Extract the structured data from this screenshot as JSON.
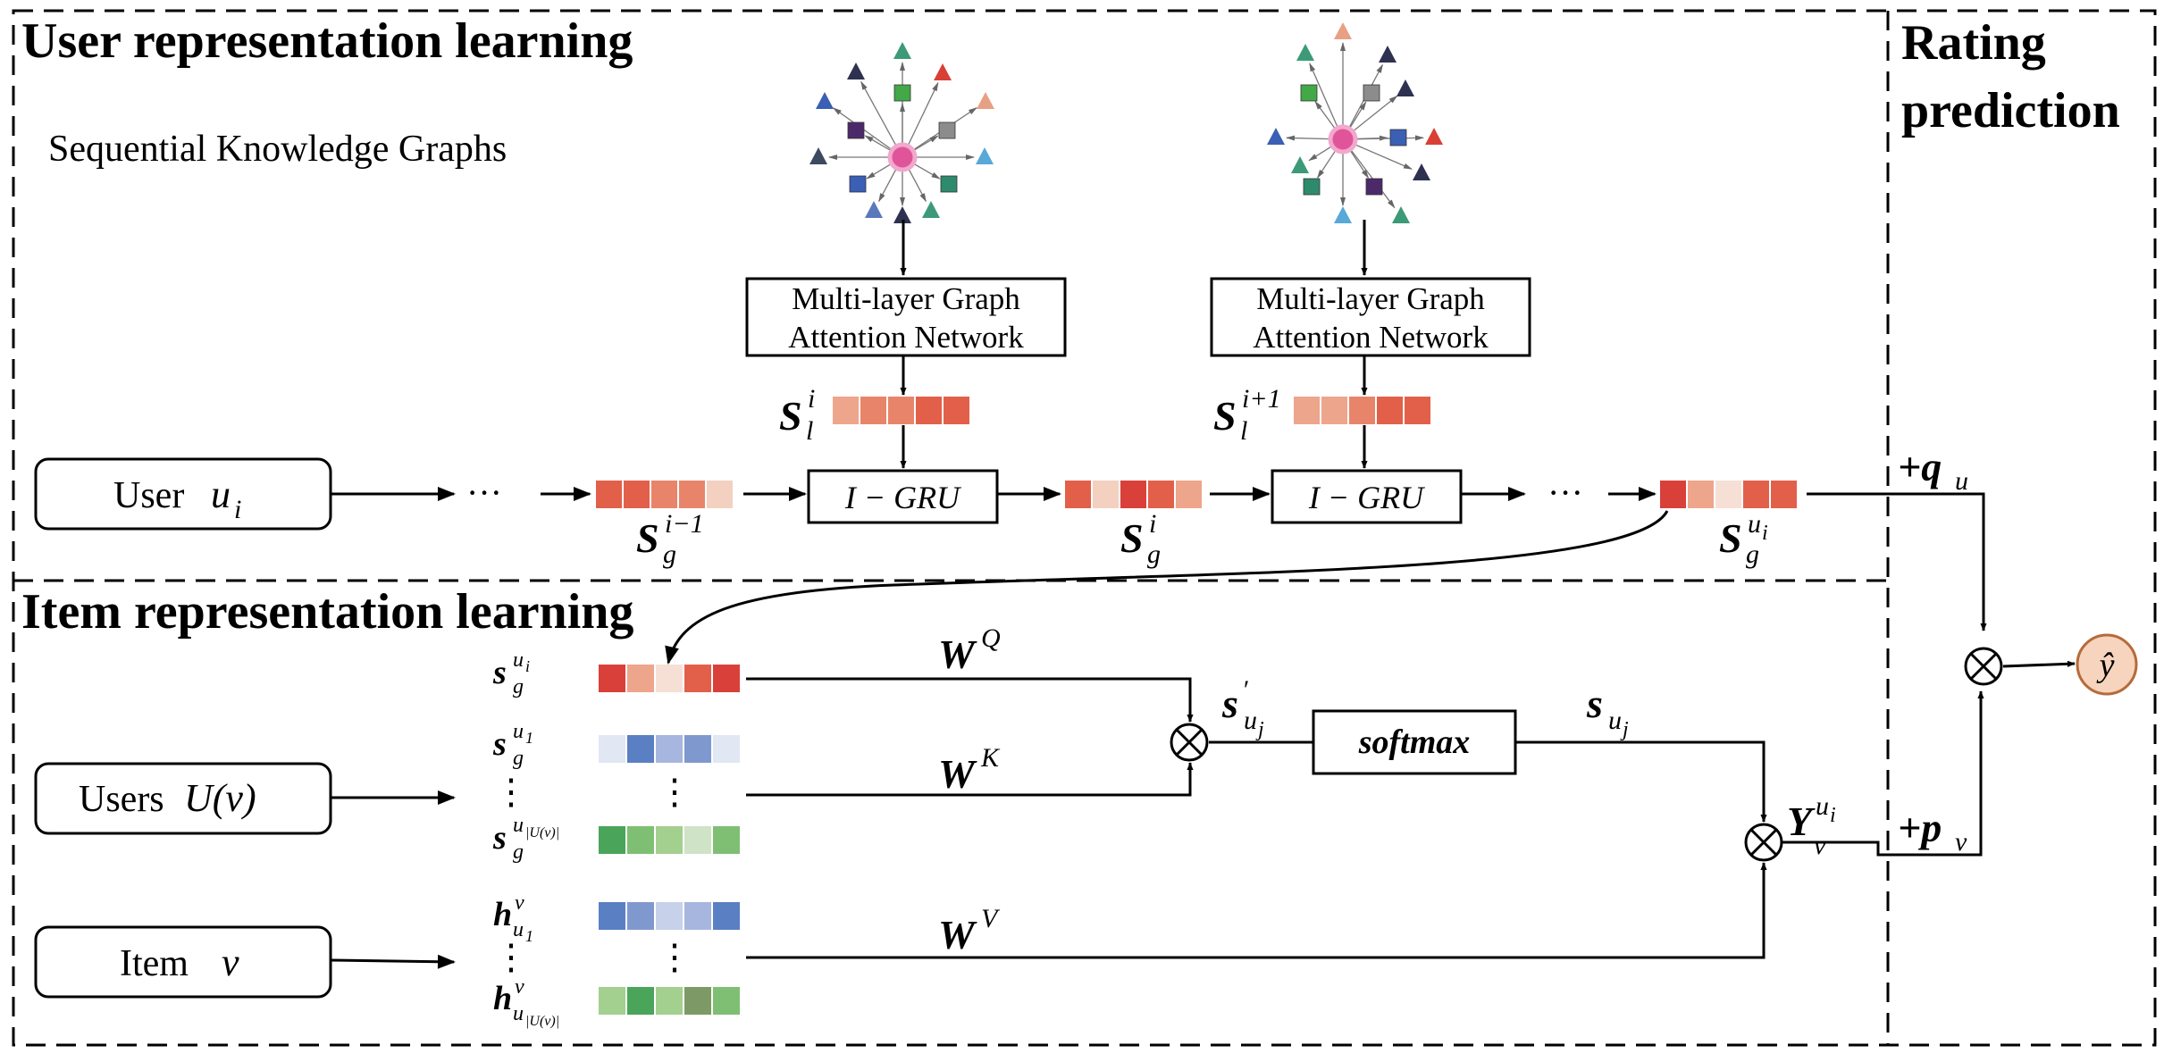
{
  "sections": {
    "user": "User representation learning",
    "item": "Item representation learning",
    "rating_line1": "Rating",
    "rating_line2": "prediction"
  },
  "subtitle": "Sequential Knowledge Graphs",
  "gat": {
    "line1": "Multi-layer Graph",
    "line2": "Attention Network"
  },
  "inputs": {
    "user": {
      "label": "User",
      "var": "u",
      "sub": "i"
    },
    "users": {
      "label": "Users",
      "expr": "U(v)"
    },
    "item": {
      "label": "Item",
      "var": "v"
    }
  },
  "gru_label": "I − GRU",
  "softmax_label": "softmax",
  "ellipsis": "···",
  "vdots": "⋮",
  "output_symbol": "ŷ",
  "labels": {
    "s_l_i": {
      "base": "S",
      "sup": "i",
      "sub": "l"
    },
    "s_l_i1": {
      "base": "S",
      "sup": "i+1",
      "sub": "l"
    },
    "s_g_im1": {
      "base": "S",
      "sup": "i−1",
      "sub": "g"
    },
    "s_g_i": {
      "base": "S",
      "sup": "i",
      "sub": "g"
    },
    "s_g_ui": {
      "base": "S",
      "sup": "u",
      "supsub": "i",
      "sub": "g"
    },
    "sg_ui": {
      "base": "s",
      "sup": "u",
      "supsub": "i",
      "sub": "g"
    },
    "sg_u1": {
      "base": "s",
      "sup": "u",
      "supsub": "1",
      "sub": "g"
    },
    "sg_uU": {
      "base": "s",
      "sup": "u",
      "supsub": "|U(v)|",
      "sub": "g"
    },
    "h_u1": {
      "base": "h",
      "sup": "v",
      "sub": "u",
      "subsub": "1"
    },
    "h_uU": {
      "base": "h",
      "sup": "v",
      "sub": "u",
      "subsub": "|U(v)|"
    },
    "WQ": {
      "base": "W",
      "sup": "Q"
    },
    "WK": {
      "base": "W",
      "sup": "K"
    },
    "WV": {
      "base": "W",
      "sup": "V"
    },
    "s_prime": {
      "base": "s",
      "sup": "′",
      "sub": "u",
      "subsub": "j"
    },
    "s_uj": {
      "base": "s",
      "sub": "u",
      "subsub": "j"
    },
    "Y": {
      "base": "Y",
      "sup": "u",
      "supsub": "i",
      "sub": "v"
    },
    "qu": {
      "base": "+q",
      "sub": "u"
    },
    "pv": {
      "base": "+p",
      "sub": "v"
    }
  },
  "colors": {
    "red": [
      "#d9403a",
      "#e2604a",
      "#e8846a",
      "#eda58c",
      "#f3d0c0",
      "#f6e0d6"
    ],
    "blue": [
      "#5a7fc3",
      "#7f99cf",
      "#a7b6de",
      "#c7d1ea",
      "#e2e7f4"
    ],
    "green": [
      "#4aa45a",
      "#7fbf73",
      "#a3cf8f",
      "#cfe3c6",
      "#7d9a66"
    ],
    "output_fill": "#f6d4be",
    "output_stroke": "#b76a3a"
  }
}
